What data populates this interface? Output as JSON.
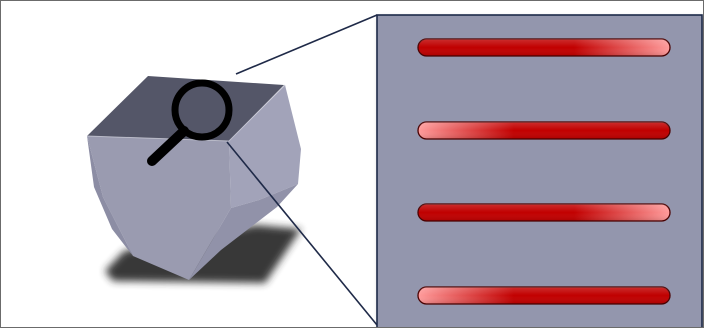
{
  "diagram": {
    "object": "faceted-block",
    "tool": "magnifier-icon",
    "zoom_panel": {
      "stripe_count": 4,
      "stripe_gradients": [
        "dark-left-to-light-right",
        "light-left-to-dark-right",
        "dark-left-to-light-right",
        "light-left-to-dark-right"
      ]
    }
  },
  "colors": {
    "panel_fill": "#9396ad",
    "panel_border": "#1f2a48",
    "stripe_dark": "#bf0000",
    "stripe_light": "#ff9b9b",
    "stripe_outline": "#4a0000",
    "block_top": "#545668",
    "block_left": "#9a9bb0",
    "block_right": "#9fa0b6",
    "block_bottom": "#8f90a8",
    "shadow": "#2f2f2f",
    "callout_line": "#1f2a48"
  }
}
